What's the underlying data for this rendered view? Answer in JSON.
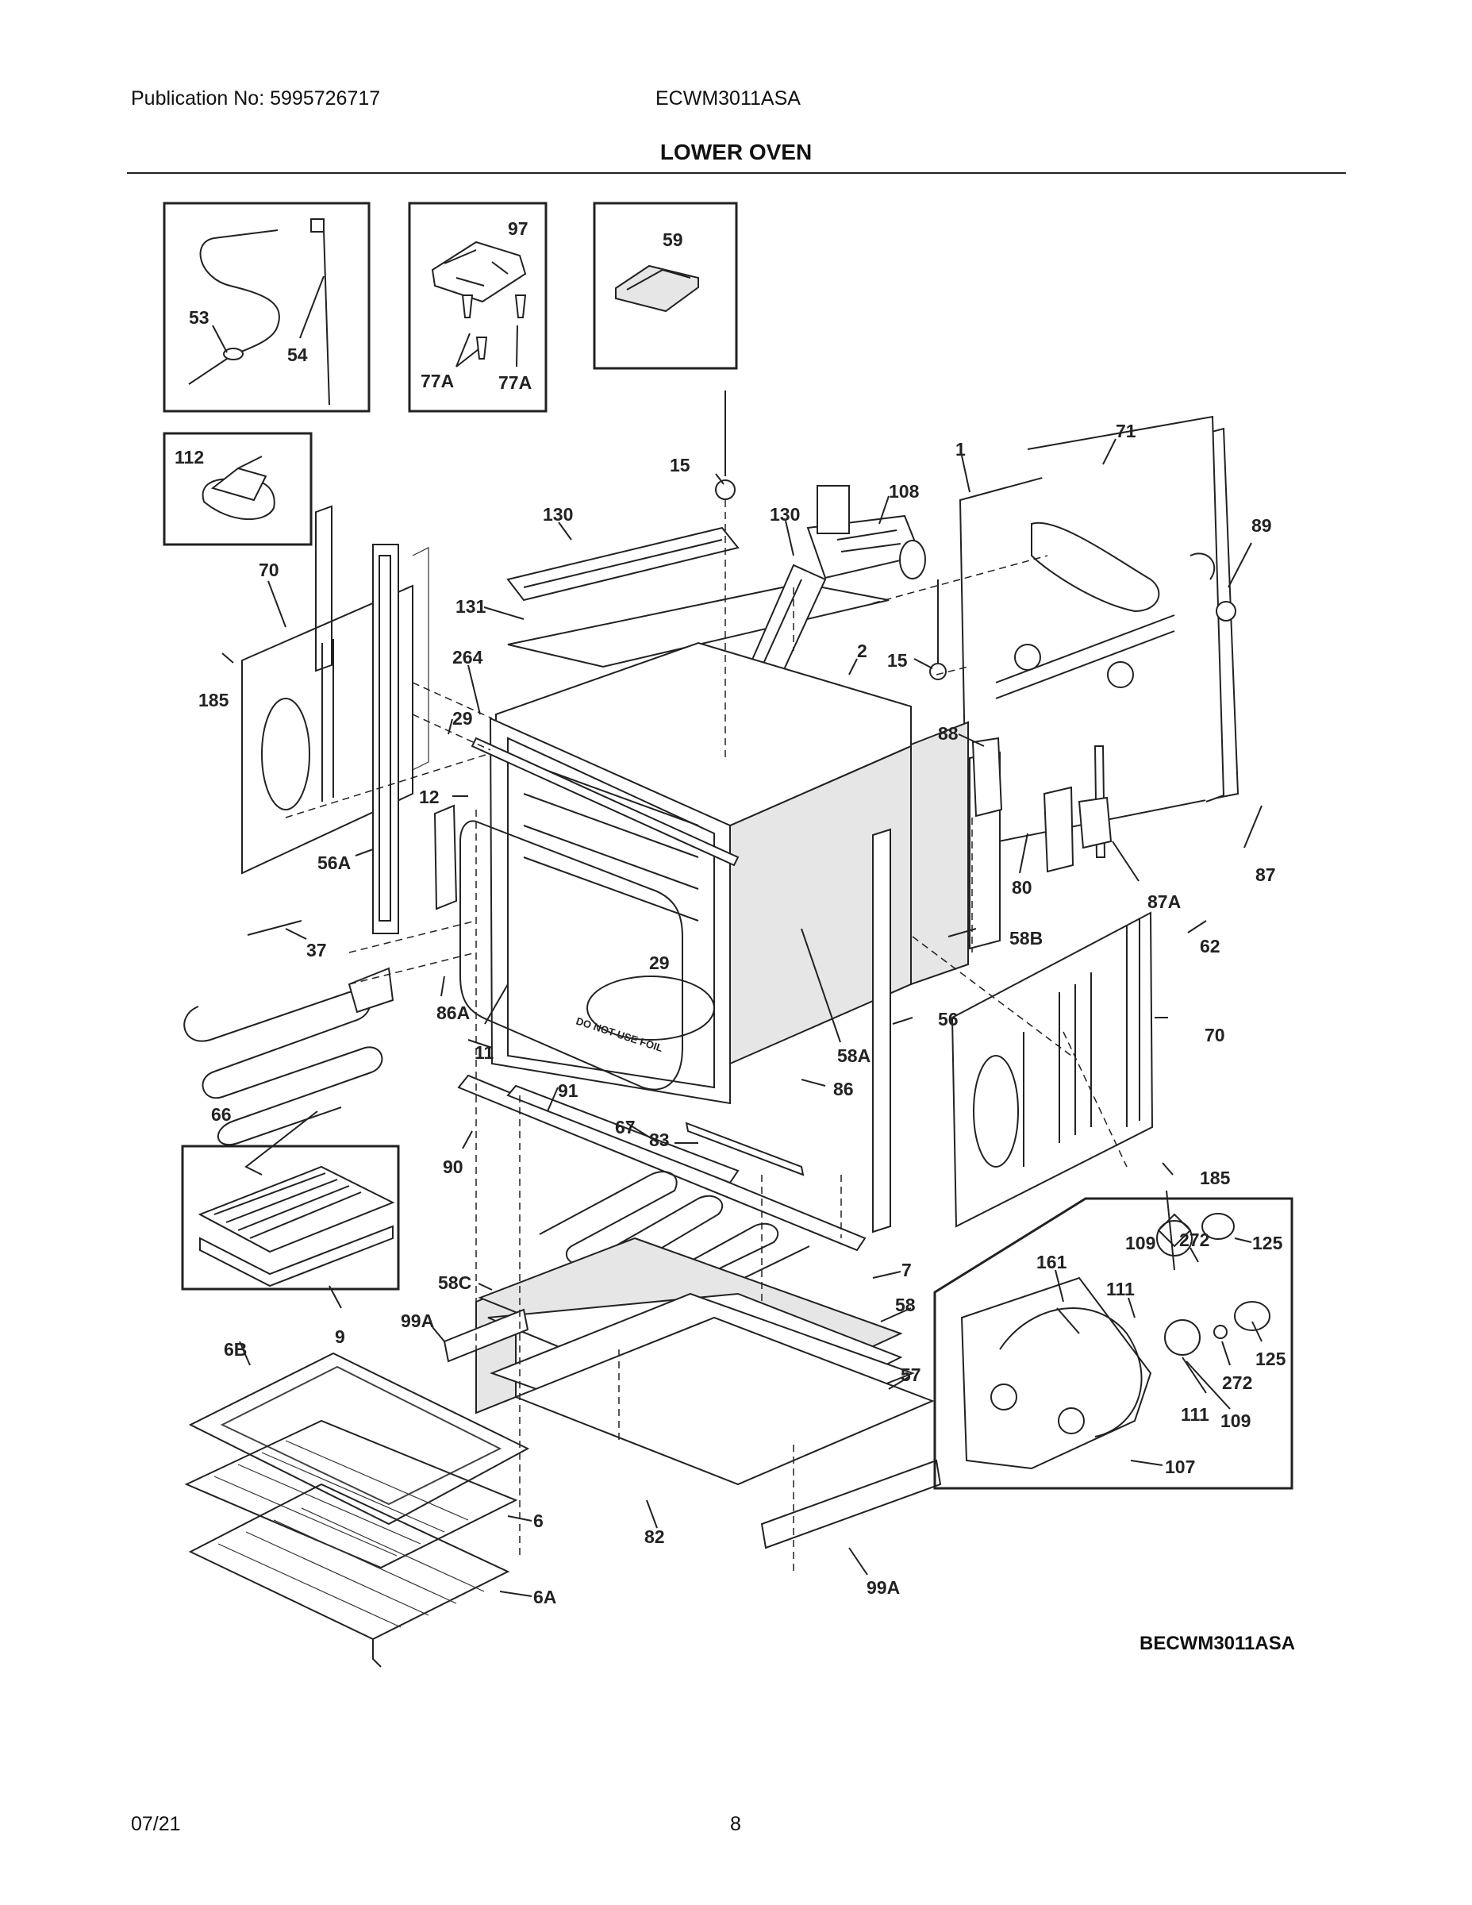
{
  "header": {
    "publication": "Publication No: 5995726717",
    "model": "ECWM3011ASA",
    "title": "LOWER OVEN"
  },
  "footer": {
    "date": "07/21",
    "page": "8",
    "diagram_code": "BECWM3011ASA"
  },
  "callouts": {
    "c53": "53",
    "c54": "54",
    "c97": "97",
    "c77a1": "77A",
    "c77a2": "77A",
    "c59": "59",
    "c112": "112",
    "c15a": "15",
    "c15b": "15",
    "c108": "108",
    "c1": "1",
    "c71": "71",
    "c130a": "130",
    "c130b": "130",
    "c131": "131",
    "c264": "264",
    "c2": "2",
    "c89": "89",
    "c70a": "70",
    "c185a": "185",
    "c29a": "29",
    "c29b": "29",
    "c12": "12",
    "c56a": "56A",
    "c88": "88",
    "c80": "80",
    "c87a": "87A",
    "c87": "87",
    "c58b": "58B",
    "c62": "62",
    "c37": "37",
    "c86a": "86A",
    "c11": "11",
    "c58a": "58A",
    "c56": "56",
    "c70b": "70",
    "c66": "66",
    "c86": "86",
    "c91": "91",
    "c67": "67",
    "c83": "83",
    "c90": "90",
    "c185b": "185",
    "c109a": "109",
    "c272a": "272",
    "c125a": "125",
    "c161": "161",
    "c111a": "111",
    "c58c": "58C",
    "c7": "7",
    "c9": "9",
    "c99a1": "99A",
    "c58": "58",
    "c6b": "6B",
    "c57": "57",
    "c125b": "125",
    "c272b": "272",
    "c111b": "111",
    "c109b": "109",
    "c107": "107",
    "c6": "6",
    "c82": "82",
    "c6a": "6A",
    "c99a2": "99A"
  },
  "foil_warning": "DO NOT USE FOIL"
}
